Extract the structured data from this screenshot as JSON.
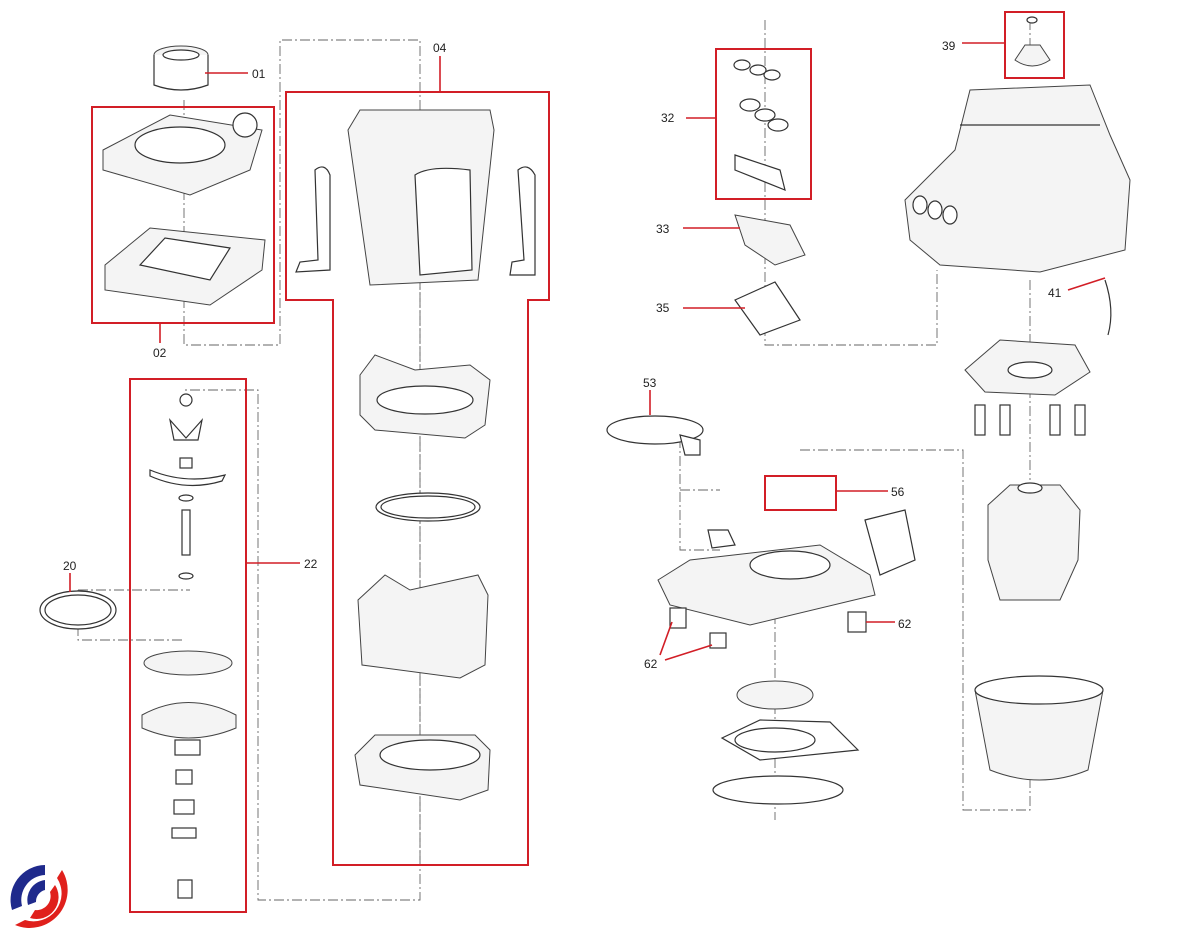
{
  "diagram": {
    "type": "exploded parts diagram",
    "callouts": [
      {
        "id": "01"
      },
      {
        "id": "02"
      },
      {
        "id": "04"
      },
      {
        "id": "20"
      },
      {
        "id": "22"
      },
      {
        "id": "32"
      },
      {
        "id": "33"
      },
      {
        "id": "35"
      },
      {
        "id": "39"
      },
      {
        "id": "41"
      },
      {
        "id": "53"
      },
      {
        "id": "56"
      },
      {
        "id": "62"
      },
      {
        "id": "62"
      }
    ],
    "colors": {
      "callout": "#d21e26",
      "logo_blue": "#1f2a8c",
      "logo_red": "#e0201c"
    }
  }
}
